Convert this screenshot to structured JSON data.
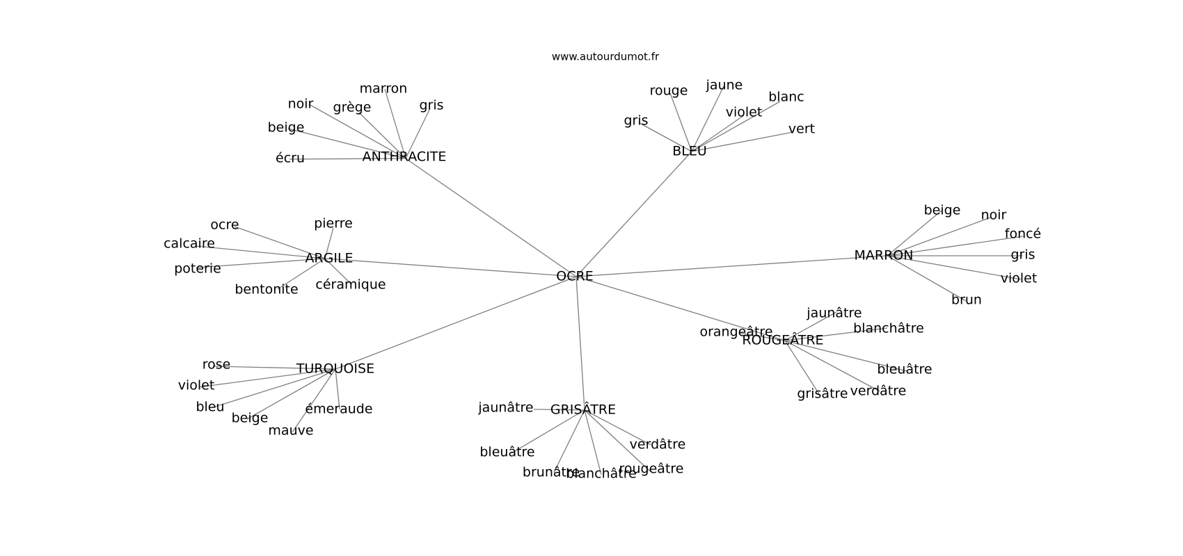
{
  "source_label": "www.autourdumot.fr",
  "root": "OCRE",
  "clusters": [
    {
      "label": "ANTHRACITE",
      "words": [
        "gris",
        "marron",
        "grège",
        "noir",
        "beige",
        "écru"
      ]
    },
    {
      "label": "BLEU",
      "words": [
        "rouge",
        "jaune",
        "blanc",
        "violet",
        "gris",
        "vert"
      ]
    },
    {
      "label": "ARGILE",
      "words": [
        "pierre",
        "ocre",
        "calcaire",
        "poterie",
        "bentonite",
        "céramique"
      ]
    },
    {
      "label": "MARRON",
      "words": [
        "beige",
        "noir",
        "foncé",
        "gris",
        "violet",
        "brun"
      ]
    },
    {
      "label": "ROUGEÂTRE",
      "words": [
        "orangeâtre",
        "jaunâtre",
        "blanchâtre",
        "bleuâtre",
        "verdâtre",
        "grisâtre"
      ]
    },
    {
      "label": "TURQUOISE",
      "words": [
        "rose",
        "violet",
        "bleu",
        "beige",
        "mauve",
        "émeraude"
      ]
    },
    {
      "label": "GRISÂTRE",
      "words": [
        "jaunâtre",
        "bleuâtre",
        "brunâtre",
        "blanchâtre",
        "rougeâtre",
        "verdâtre"
      ]
    }
  ]
}
